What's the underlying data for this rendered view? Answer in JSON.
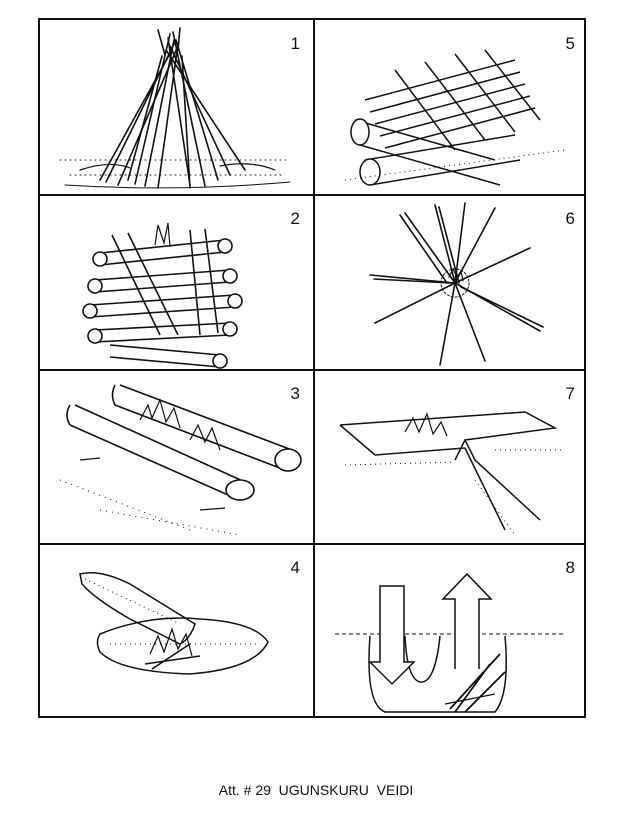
{
  "panels": [
    {
      "number": "1",
      "icon": "teepee-fire-icon"
    },
    {
      "number": "2",
      "icon": "log-cabin-fire-icon"
    },
    {
      "number": "3",
      "icon": "parallel-logs-fire-icon"
    },
    {
      "number": "4",
      "icon": "trench-fire-icon"
    },
    {
      "number": "5",
      "icon": "platform-fire-icon"
    },
    {
      "number": "6",
      "icon": "star-fire-icon"
    },
    {
      "number": "7",
      "icon": "step-pit-fire-icon"
    },
    {
      "number": "8",
      "icon": "dakota-hole-fire-icon"
    }
  ],
  "caption": "Att. # 29  UGUNSKURU  VEIDI",
  "colors": {
    "ink": "#111111",
    "paper": "#ffffff"
  }
}
